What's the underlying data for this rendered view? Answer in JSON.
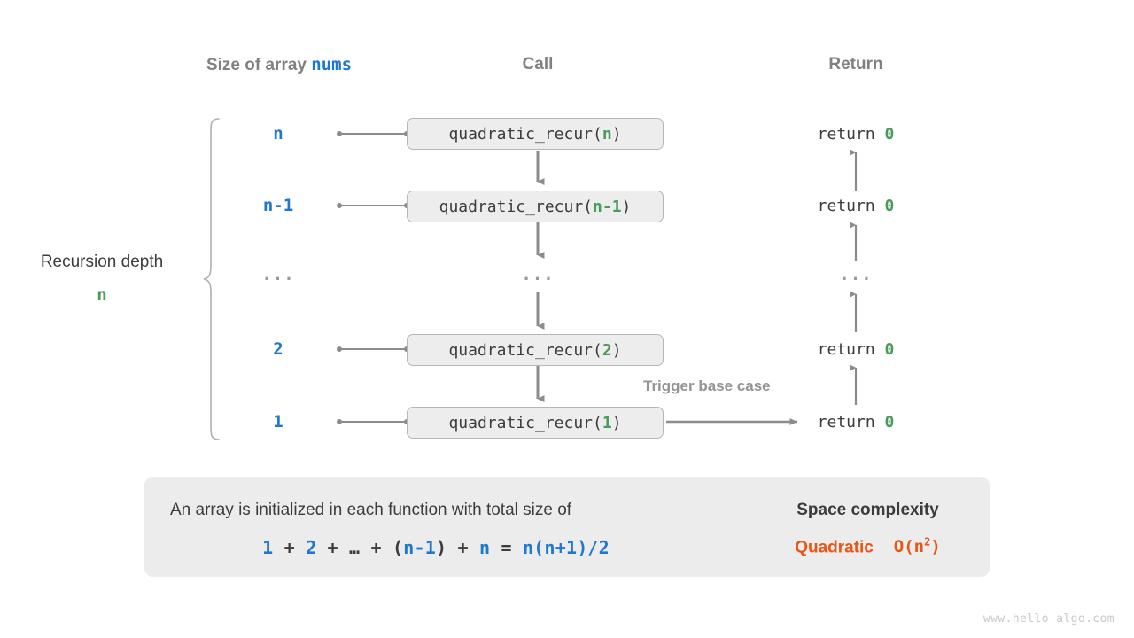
{
  "colors": {
    "blue": "#1f77d0",
    "green": "#4a9b5a",
    "orange": "#ea5514",
    "gray_text": "#3c3c3c",
    "gray_header": "#808080",
    "line": "#8c8c8c",
    "box_fill": "#ededed",
    "box_border": "#b6b6b6",
    "panel_fill": "#ececec",
    "watermark": "#c9c9c9"
  },
  "headers": {
    "size": {
      "prefix": "Size of array ",
      "code": "nums"
    },
    "call": "Call",
    "return": "Return"
  },
  "depth": {
    "title": "Recursion depth",
    "value": "n"
  },
  "rows": [
    {
      "size": "n",
      "call_name": "quadratic_recur",
      "call_arg": "n",
      "return": "return ",
      "return_value": "0"
    },
    {
      "size": "n-1",
      "call_name": "quadratic_recur",
      "call_arg": "n-1",
      "return": "return ",
      "return_value": "0"
    },
    {
      "size": "…",
      "call_name": "…",
      "call_arg": "",
      "return": "…",
      "return_value": ""
    },
    {
      "size": "2",
      "call_name": "quadratic_recur",
      "call_arg": "2",
      "return": "return ",
      "return_value": "0"
    },
    {
      "size": "1",
      "call_name": "quadratic_recur",
      "call_arg": "1",
      "return": "return ",
      "return_value": "0"
    }
  ],
  "ellipsis": "...",
  "annotation": {
    "base_case": "Trigger base case"
  },
  "summary": {
    "description": "An array is initialized in each function with total size of",
    "formula": [
      {
        "t": "1",
        "c": "b"
      },
      {
        "t": " + ",
        "c": "g"
      },
      {
        "t": "2",
        "c": "b"
      },
      {
        "t": " + ",
        "c": "g"
      },
      {
        "t": "…",
        "c": "g"
      },
      {
        "t": " + ",
        "c": "g"
      },
      {
        "t": "(",
        "c": "g"
      },
      {
        "t": "n-1",
        "c": "b"
      },
      {
        "t": ")",
        "c": "g"
      },
      {
        "t": " + ",
        "c": "g"
      },
      {
        "t": "n",
        "c": "b"
      },
      {
        "t": " = ",
        "c": "g"
      },
      {
        "t": "n(n+1)/2",
        "c": "b"
      }
    ],
    "formula_plain": "1 + 2 + … + (n-1) + n = n(n+1)/2",
    "result_title": "Space complexity",
    "result_word": "Quadratic",
    "result_bigo_prefix": "O(n",
    "result_bigo_exp": "2",
    "result_bigo_suffix": ")"
  },
  "watermark": "www.hello-algo.com"
}
